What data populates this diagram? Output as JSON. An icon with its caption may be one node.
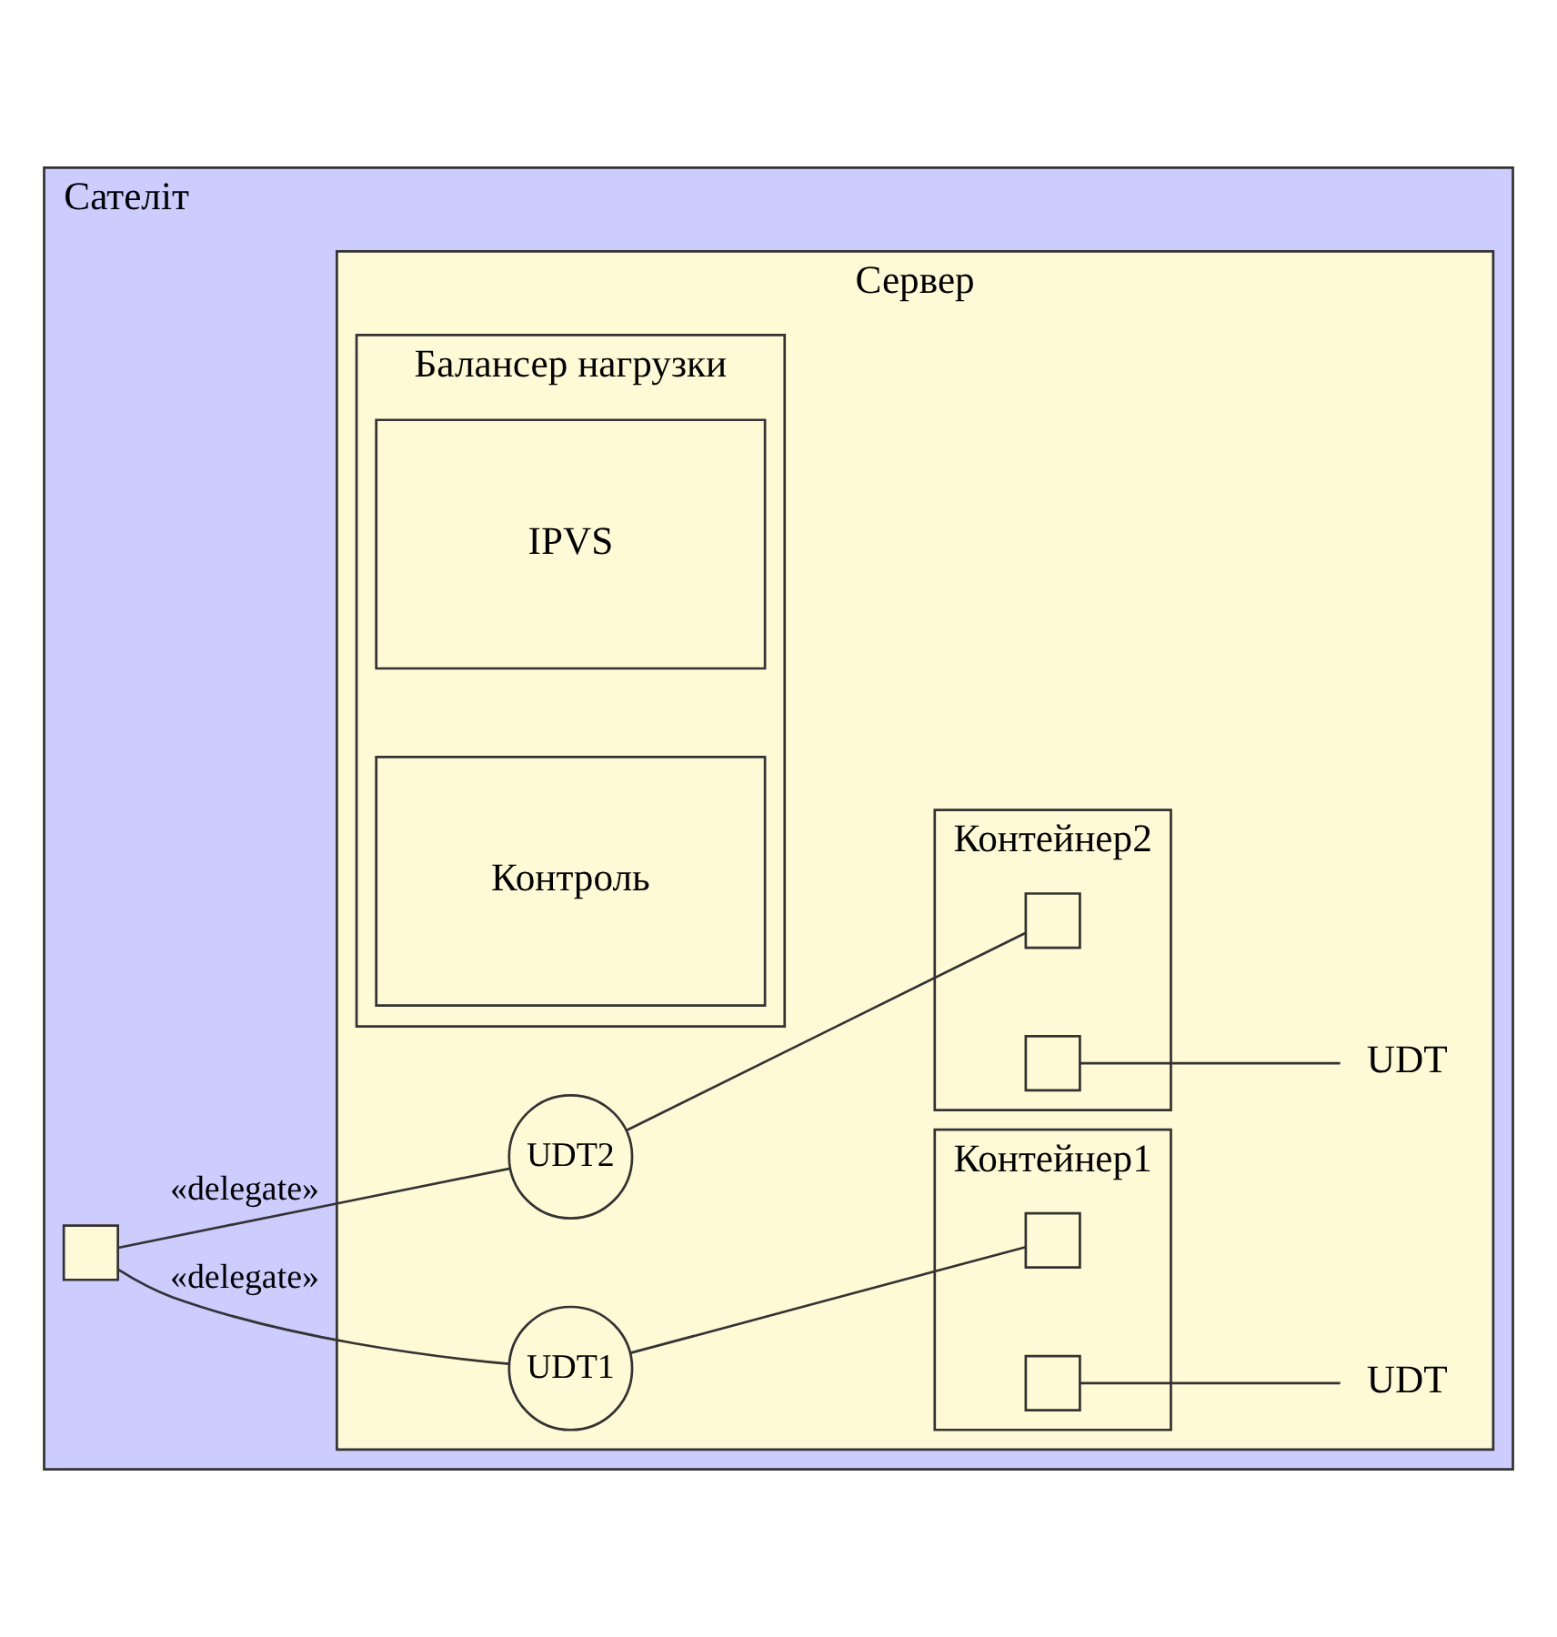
{
  "diagram": {
    "nodes": [
      {
        "text": [
          "Сателіт"
        ]
      },
      {
        "text": [
          "Сервер"
        ],
        "in": 0
      },
      {
        "text": [
          "Балансер нагрузки"
        ],
        "in": 1
      },
      {
        "text": [
          "IPVS"
        ],
        "in": 2
      },
      {
        "text": [
          "Контроль"
        ],
        "in": 2
      },
      {
        "text": [
          "UDT1"
        ],
        "in": 1
      },
      {
        "text": [
          "Контейнер1"
        ],
        "in": 1
      },
      {
        "text": [],
        "shape": "box",
        "in": 6
      },
      {
        "text": [],
        "shape": "box",
        "in": 6
      },
      {
        "text": [
          "UDT"
        ],
        "in": 1
      },
      {
        "text": [],
        "shape": "box",
        "in": 0
      },
      {
        "text": [
          "UDT2"
        ],
        "in": 1
      },
      {
        "text": [
          "Контейнер2"
        ],
        "in": 1
      },
      {
        "text": [],
        "shape": "box",
        "in": 12
      },
      {
        "text": [],
        "shape": "box",
        "in": 12
      },
      {
        "text": [
          "UDT"
        ],
        "in": 1
      }
    ],
    "edges": [
      {
        "from": 10,
        "to": 5,
        "arrow": "none",
        "label": "«delegate»"
      },
      {
        "from": 10,
        "to": 11,
        "arrow": "none",
        "label": "«delegate»"
      },
      {
        "from": 5,
        "to": 7,
        "arrow": "none"
      },
      {
        "from": 8,
        "to": 9,
        "arrow": "none"
      },
      {
        "from": 11,
        "to": 13,
        "arrow": "none"
      },
      {
        "from": 14,
        "to": 15,
        "arrow": "none"
      }
    ]
  }
}
